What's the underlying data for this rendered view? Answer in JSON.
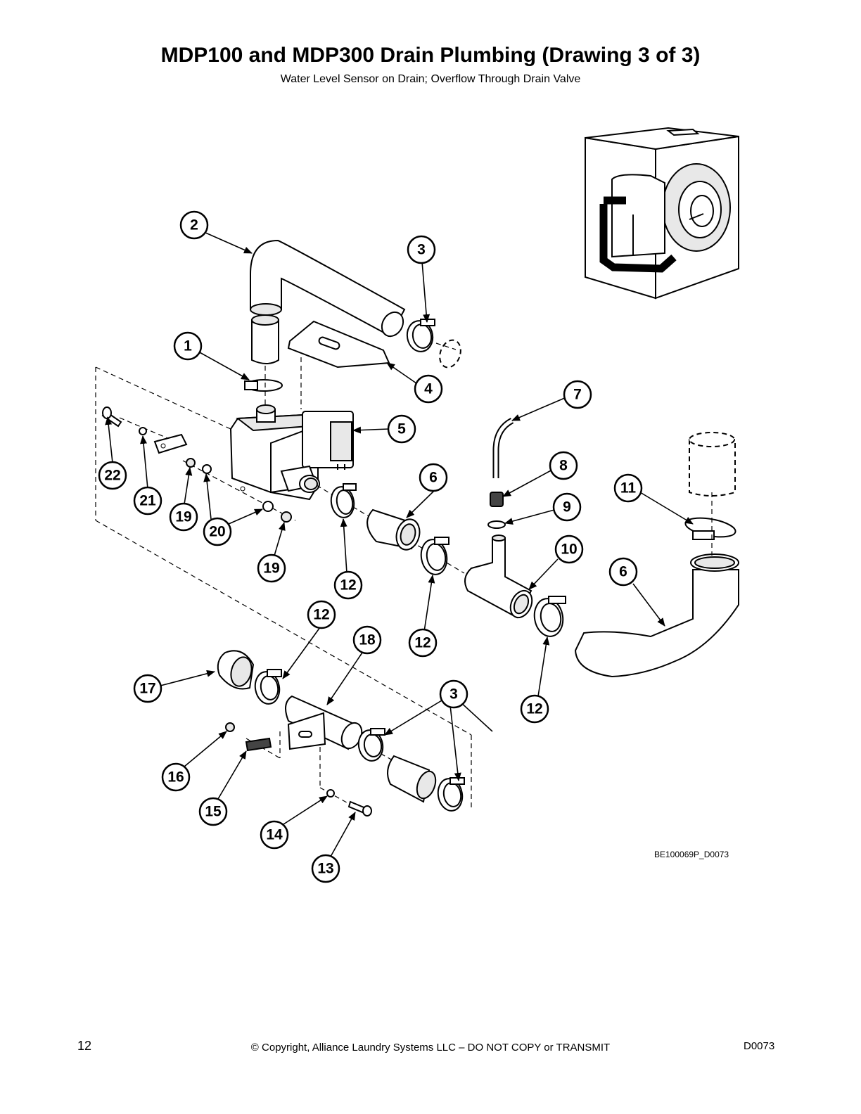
{
  "header": {
    "title": "MDP100 and MDP300 Drain Plumbing (Drawing 3 of 3)",
    "subtitle": "Water Level Sensor on Drain; Overflow Through Drain Valve"
  },
  "diagram": {
    "drawing_id": "BE100069P_D0073",
    "callouts": [
      "2",
      "3",
      "1",
      "4",
      "5",
      "7",
      "8",
      "9",
      "11",
      "6",
      "22",
      "21",
      "19",
      "20",
      "12",
      "10",
      "19",
      "12",
      "6",
      "12",
      "18",
      "12",
      "17",
      "3",
      "12",
      "16",
      "15",
      "14",
      "13"
    ]
  },
  "footer": {
    "page_number": "12",
    "copyright": "© Copyright, Alliance Laundry Systems LLC – DO NOT COPY or TRANSMIT",
    "doc_code": "D0073"
  }
}
